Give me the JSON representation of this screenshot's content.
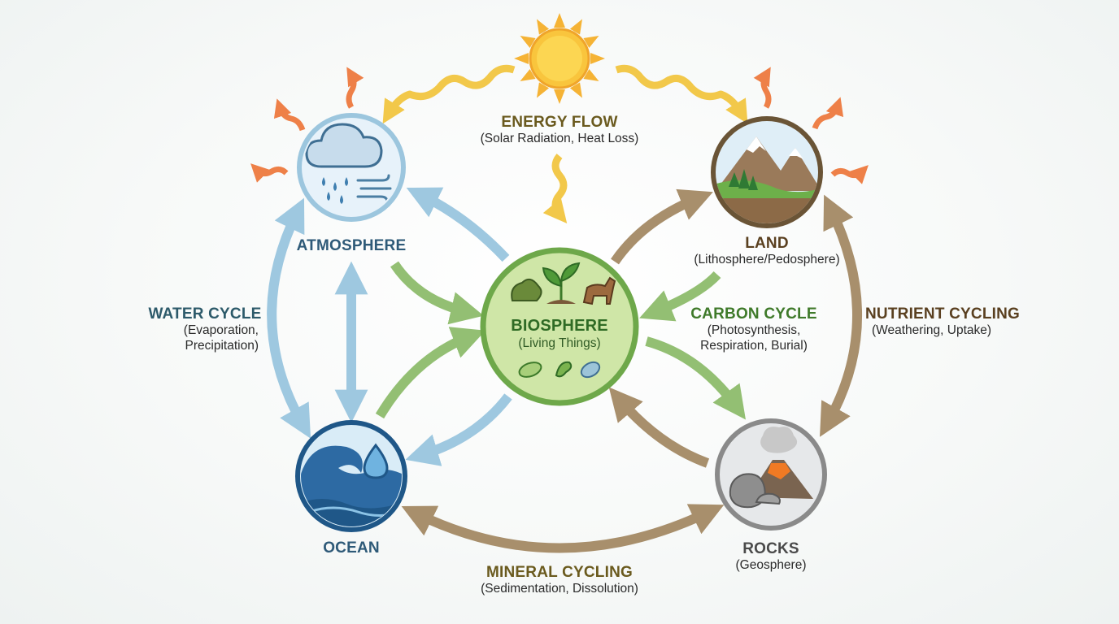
{
  "energy": {
    "title": "ENERGY FLOW",
    "subtitle": "(Solar Radiation, Heat Loss)"
  },
  "spheres": {
    "atmosphere": {
      "title": "ATMOSPHERE"
    },
    "land": {
      "title": "LAND",
      "subtitle": "(Lithosphere/Pedosphere)"
    },
    "biosphere": {
      "title": "BIOSPHERE",
      "subtitle": "(Living Things)"
    },
    "ocean": {
      "title": "OCEAN"
    },
    "rocks": {
      "title": "ROCKS",
      "subtitle": "(Geosphere)"
    }
  },
  "cycles": {
    "water": {
      "title": "WATER CYCLE",
      "line1": "(Evaporation,",
      "line2": "Precipitation)"
    },
    "carbon": {
      "title": "CARBON CYCLE",
      "line1": "(Photosynthesis,",
      "line2": "Respiration, Burial)"
    },
    "nutrient": {
      "title": "NUTRIENT CYCLING",
      "subtitle": "(Weathering, Uptake)"
    },
    "mineral": {
      "title": "MINERAL CYCLING",
      "subtitle": "(Sedimentation, Dissolution)"
    }
  },
  "colors": {
    "water_arrow": "#9ec8e0",
    "carbon_arrow": "#93bf73",
    "nutrient_arrow": "#a88f6c",
    "solar_arrow": "#f2c84a",
    "heat_arrow": "#ee8048",
    "biosphere_fill": "#cfe6a7",
    "biosphere_ring": "#6ea84a",
    "atmosphere_ring": "#9cc6de",
    "land_ring": "#6a5436",
    "ocean_ring": "#1f5788",
    "rocks_ring": "#8a8a8a"
  },
  "icons": [
    "sun-icon",
    "cloud-rain-icon",
    "mountain-landscape-icon",
    "wave-drop-icon",
    "volcano-rock-icon",
    "plant-animal-microbe-icon"
  ]
}
